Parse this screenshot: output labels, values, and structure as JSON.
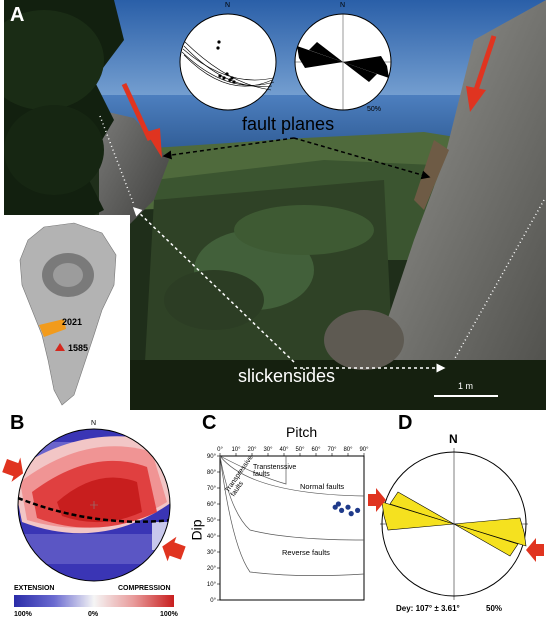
{
  "panel_a": {
    "letter": "A",
    "label_fault_planes": "fault planes",
    "label_slickensides": "slickensides",
    "scale_bar": "1 m",
    "stereonet_north": "N",
    "rose_north": "N",
    "rose_percent": "50%",
    "inset_map": {
      "year_label": "2021",
      "vent_label": "1585"
    }
  },
  "panel_b": {
    "letter": "B",
    "north": "N",
    "legend_extension": "EXTENSION",
    "legend_compression": "COMPRESSION",
    "legend_left": "100%",
    "legend_mid": "0%",
    "legend_right": "100%"
  },
  "panel_c": {
    "letter": "C",
    "title": "Pitch",
    "ylabel": "Dip",
    "region_transtensive": "Transtenssive faults",
    "region_transpressive": "Transpressive faults",
    "region_normal": "Normal faults",
    "region_reverse": "Reverse faults",
    "x_ticks": [
      "0°",
      "10°",
      "20°",
      "30°",
      "40°",
      "50°",
      "60°",
      "70°",
      "80°",
      "90°"
    ],
    "y_ticks": [
      "90°",
      "80°",
      "70°",
      "60°",
      "50°",
      "40°",
      "30°",
      "20°",
      "10°",
      "0°"
    ]
  },
  "panel_d": {
    "letter": "D",
    "north": "N",
    "caption_dir": "Dey: 107° ± 3.61°",
    "caption_pct": "50%",
    "colors": {
      "petal": "#f5e11f"
    }
  },
  "chart_data": {
    "type": "scatter",
    "x": [
      72,
      74,
      76,
      80,
      82,
      86
    ],
    "y": [
      58,
      60,
      56,
      58,
      54,
      56
    ],
    "xlim": [
      0,
      90
    ],
    "ylim": [
      0,
      90
    ],
    "title": "Pitch",
    "ylabel": "Dip"
  }
}
